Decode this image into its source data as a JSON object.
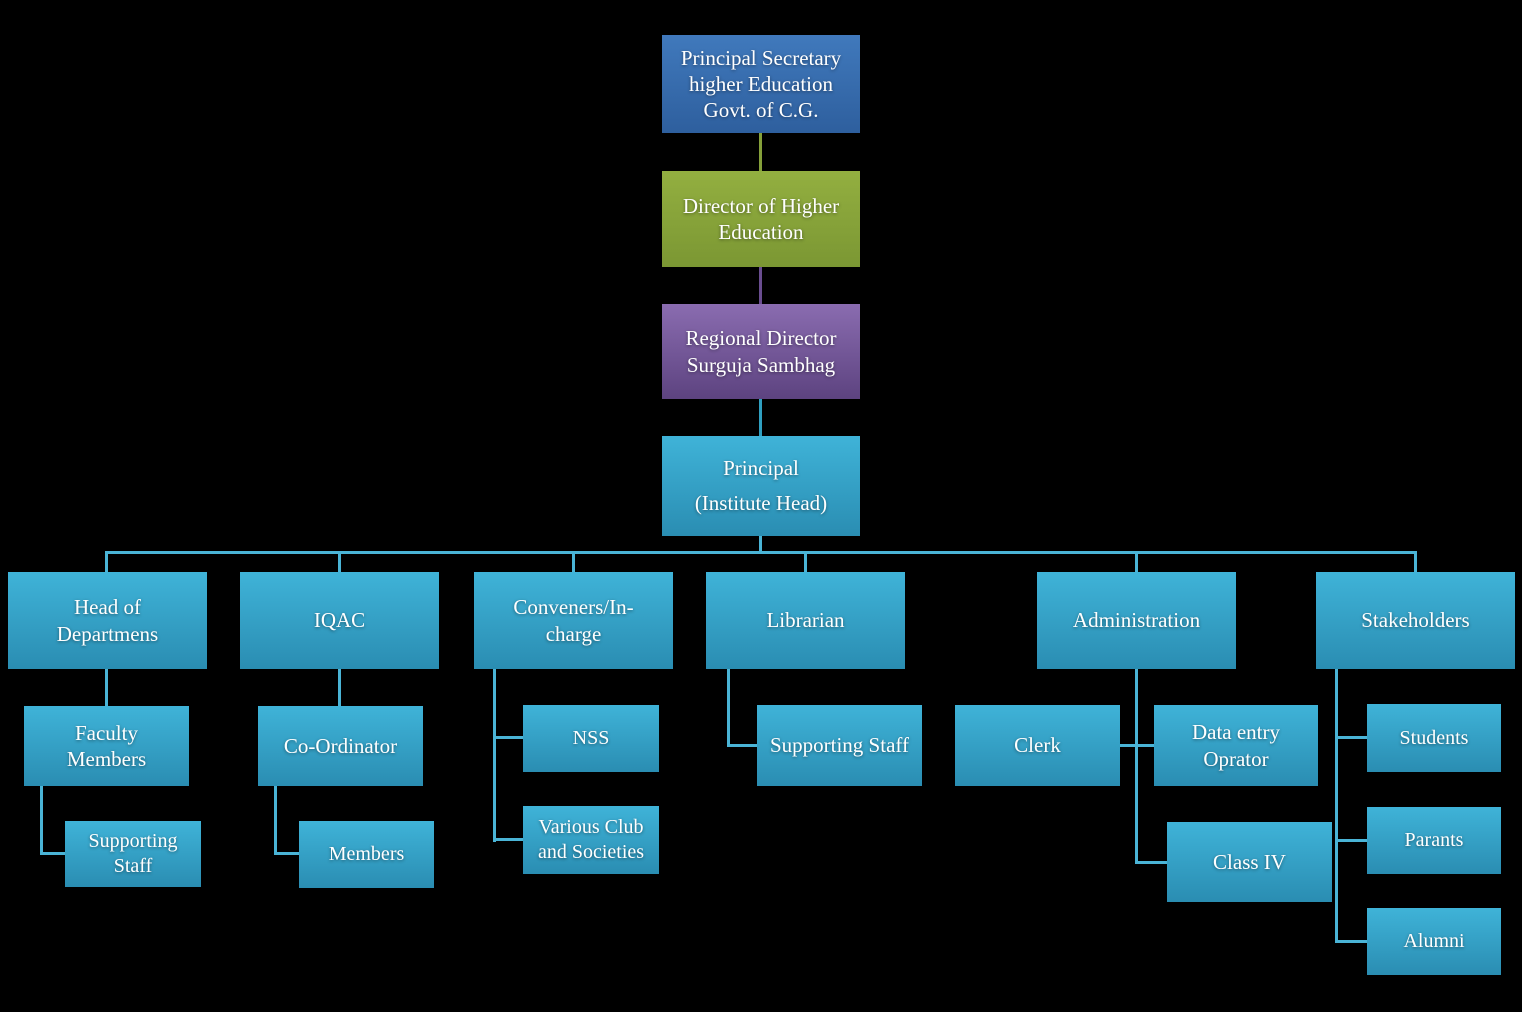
{
  "diagram": {
    "type": "org-chart",
    "chain": [
      {
        "id": "principal-secretary",
        "label": "Principal Secretary\nhigher Education\nGovt. of C.G."
      },
      {
        "id": "director-higher-education",
        "label": "Director of Higher\nEducation"
      },
      {
        "id": "regional-director",
        "label": "Regional Director\nSurguja Sambhag"
      },
      {
        "id": "principal-institute-head",
        "label": "Principal\n(Institute Head)"
      }
    ],
    "branches": [
      {
        "id": "head-of-departments",
        "label": "Head of\nDepartmens",
        "children": [
          {
            "id": "faculty-members",
            "label": "Faculty\nMembers",
            "children": [
              {
                "id": "supporting-staff-hod",
                "label": "Supporting\nStaff"
              }
            ]
          }
        ]
      },
      {
        "id": "iqac",
        "label": "IQAC",
        "children": [
          {
            "id": "co-ordinator",
            "label": "Co-Ordinator",
            "children": [
              {
                "id": "members",
                "label": "Members"
              }
            ]
          }
        ]
      },
      {
        "id": "conveners-in-charge",
        "label": "Conveners/In-\ncharge",
        "children": [
          {
            "id": "nss",
            "label": "NSS"
          },
          {
            "id": "various-club-and-societies",
            "label": "Various Club\nand Societies"
          }
        ]
      },
      {
        "id": "librarian",
        "label": "Librarian",
        "children": [
          {
            "id": "supporting-staff-librarian",
            "label": "Supporting Staff"
          }
        ]
      },
      {
        "id": "administration",
        "label": "Administration",
        "children": [
          {
            "id": "clerk",
            "label": "Clerk"
          },
          {
            "id": "data-entry-oprator",
            "label": "Data entry\nOprator"
          },
          {
            "id": "class-iv",
            "label": "Class IV"
          }
        ]
      },
      {
        "id": "stakeholders",
        "label": "Stakeholders",
        "children": [
          {
            "id": "students",
            "label": "Students"
          },
          {
            "id": "parants",
            "label": "Parants"
          },
          {
            "id": "alumni",
            "label": "Alumni"
          }
        ]
      }
    ],
    "colors": {
      "background": "#000000",
      "text": "#ffffff",
      "box_blue_top": "#4079bc",
      "box_blue_bottom": "#2e5f9e",
      "box_green_top": "#93af40",
      "box_green_bottom": "#7b9733",
      "box_purple_top": "#8a6cb0",
      "box_purple_bottom": "#5d4380",
      "box_cyan_top": "#3fb3d8",
      "box_cyan_bottom": "#2a8db2",
      "connector_cyan": "#4ab4d6",
      "connector_olive": "#85a03a",
      "connector_purple": "#6a4d90",
      "connector_teal": "#2f9fc0"
    }
  }
}
